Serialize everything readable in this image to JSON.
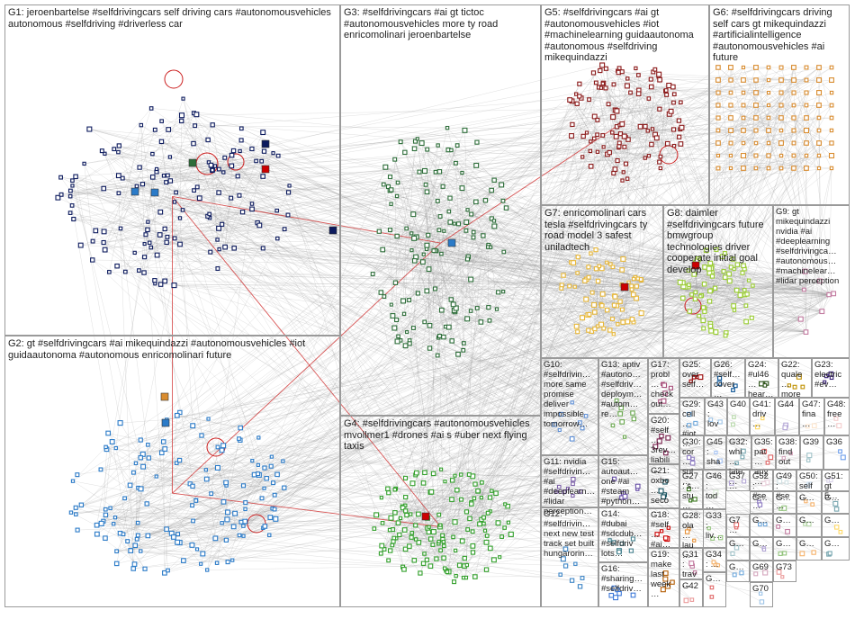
{
  "groups": [
    {
      "id": "G1",
      "label": "G1: jeroenbartelse #selfdrivingcars self driving cars #autonomousvehicles autonomous #selfdriving #driverless car",
      "color": "#0d1b5e",
      "size": 170
    },
    {
      "id": "G2",
      "label": "G2: gt #selfdrivingcars #ai mikequindazzi #autonomousvehicles #iot guidaautonoma #autonomous enricomolinari future",
      "color": "#2b7bc8",
      "size": 230
    },
    {
      "id": "G3",
      "label": "G3: #selfdrivingcars #ai gt tictoc #autonomousvehicles more ty road enricomolinari jeroenbartelse",
      "color": "#2e6e3a",
      "size": 150
    },
    {
      "id": "G4",
      "label": "G4: #selfdrivingcars #autonomousvehicles mvollmer1 #drones #ai s #uber next flying taxis",
      "color": "#33a02c",
      "size": 140
    },
    {
      "id": "G5",
      "label": "G5: #selfdrivingcars #ai gt #autonomousvehicles #iot #machinelearning guidaautonoma #autonomous #selfdriving mikequindazzi",
      "color": "#8b1a1a",
      "size": 110
    },
    {
      "id": "G6",
      "label": "G6: #selfdrivingcars driving self cars gt mikequindazzi #artificialintelligence #autonomousvehicles #ai future",
      "color": "#d98c2f",
      "size": 90
    },
    {
      "id": "G7",
      "label": "G7: enricomolinari cars tesla #selfdrivingcars ty road model 3 safest uniladtech",
      "color": "#e8b83a",
      "size": 70
    },
    {
      "id": "G8",
      "label": "G8: daimler #selfdrivingcars future bmwgroup technologies driver cooperate initial goal develop",
      "color": "#9acd32",
      "size": 70
    },
    {
      "id": "G9",
      "label": "G9: gt mikequindazzi nvidia #ai #deeplearning #selfdrivingca… #autonomous… #machinelear… #lidar perception",
      "color": "#c27ba0",
      "size": 30
    },
    {
      "id": "G10",
      "label": "G10: #selfdrivin… more same promise deliver impossible tomorrow…",
      "color": "#5e8fd6",
      "size": 12
    },
    {
      "id": "G11",
      "label": "G11: nvidia #selfdrivin… #ai #deeplearn… #lidar perception…",
      "color": "#7b5ea7",
      "size": 10
    },
    {
      "id": "G12",
      "label": "G12: #selfdrivin… next new test track set built hungarorin…",
      "color": "#3d85c6",
      "size": 10
    },
    {
      "id": "G13",
      "label": "G13: aptiv #autono… #selfdriv… deploym… #autom… re…",
      "color": "#6aa84f",
      "size": 8
    },
    {
      "id": "G14",
      "label": "G14: #dubai #sdcdub… #selfdriv lots…",
      "color": "#45818e",
      "size": 7
    },
    {
      "id": "G15",
      "label": "G15: autoaut… one #ai #steam #python…",
      "color": "#674ea7",
      "size": 7
    },
    {
      "id": "G16",
      "label": "G16: #sharing… #selfdriv…",
      "color": "#3c78d8",
      "size": 6
    },
    {
      "id": "G17",
      "label": "G17: probl… check out…",
      "color": "#a64d79",
      "size": 6
    },
    {
      "id": "G18",
      "label": "G18: #self… #ai…",
      "color": "#cc0000",
      "size": 5
    },
    {
      "id": "G19",
      "label": "G19: make last week…",
      "color": "#b45f06",
      "size": 5
    },
    {
      "id": "G20",
      "label": "G20: #self… 3rev… liabili…",
      "color": "#741b47",
      "size": 5
    },
    {
      "id": "G21",
      "label": "G21: oxbo… seco…",
      "color": "#134f5c",
      "size": 4
    },
    {
      "id": "G22",
      "label": "G22: quale… more…",
      "color": "#bf9000",
      "size": 4
    },
    {
      "id": "G23",
      "label": "G23: electric #ev…",
      "color": "#351c75",
      "size": 4
    },
    {
      "id": "G24",
      "label": "G24: #ul46… hear…",
      "color": "#274e13",
      "size": 4
    },
    {
      "id": "G25",
      "label": "G25: over self…",
      "color": "#990000",
      "size": 4
    },
    {
      "id": "G26",
      "label": "G26: #self… cover…",
      "color": "#0b5394",
      "size": 4
    },
    {
      "id": "G27",
      "label": "G27: s… stu…",
      "color": "#38761d",
      "size": 3
    },
    {
      "id": "G28",
      "label": "G28: ola… lau…",
      "color": "#e69138",
      "size": 3
    },
    {
      "id": "G29",
      "label": "G29: cell… #iot…",
      "color": "#6fa8dc",
      "size": 3
    },
    {
      "id": "G30",
      "label": "G30: cor… sul…",
      "color": "#8e7cc3",
      "size": 3
    },
    {
      "id": "G31",
      "label": "G31: trav…",
      "color": "#c27ba0",
      "size": 3
    },
    {
      "id": "G32",
      "label": "G32: whi… late…",
      "color": "#76a5af",
      "size": 3
    },
    {
      "id": "G33",
      "label": "G33: liv…",
      "color": "#93c47d",
      "size": 3
    },
    {
      "id": "G34",
      "label": "G34: …",
      "color": "#f6b26b",
      "size": 3
    },
    {
      "id": "G35",
      "label": "G35: pat… any…",
      "color": "#e06666",
      "size": 3
    },
    {
      "id": "G36",
      "label": "G36",
      "color": "#6d9eeb",
      "size": 2
    },
    {
      "id": "G37",
      "label": "G37…",
      "color": "#b4a7d6",
      "size": 2
    },
    {
      "id": "G38",
      "label": "G38: find out…",
      "color": "#d5a6bd",
      "size": 2
    },
    {
      "id": "G39",
      "label": "G39",
      "color": "#a2c4c9",
      "size": 2
    },
    {
      "id": "G40",
      "label": "G40",
      "color": "#b6d7a8",
      "size": 2
    },
    {
      "id": "G41",
      "label": "G41: driv…",
      "color": "#ffd966",
      "size": 2
    },
    {
      "id": "G42",
      "label": "G42",
      "color": "#ea9999",
      "size": 2
    },
    {
      "id": "G43",
      "label": "G43: lov…",
      "color": "#9fc5e8",
      "size": 2
    },
    {
      "id": "G44",
      "label": "G44",
      "color": "#b4a7d6",
      "size": 2
    },
    {
      "id": "G45",
      "label": "G45: sha…",
      "color": "#a4c2f4",
      "size": 2
    },
    {
      "id": "G46",
      "label": "G46: tod…",
      "color": "#d9ead3",
      "size": 2
    },
    {
      "id": "G47",
      "label": "G47: fina…",
      "color": "#fce5cd",
      "size": 2
    },
    {
      "id": "G48",
      "label": "G48: free…",
      "color": "#f4cccc",
      "size": 2
    },
    {
      "id": "G49",
      "label": "G49: #se…",
      "color": "#d0e0e3",
      "size": 2
    },
    {
      "id": "G50",
      "label": "G50: self…",
      "color": "#cfe2f3",
      "size": 2
    },
    {
      "id": "G51",
      "label": "G51: gt 5…",
      "color": "#d9d2e9",
      "size": 2
    },
    {
      "id": "G52",
      "label": "G52: #se…",
      "color": "#ead1dc",
      "size": 2
    },
    {
      "id": "G53",
      "label": "G…",
      "color": "#8e7cc3",
      "size": 2
    },
    {
      "id": "G54",
      "label": "G…",
      "color": "#93c47d",
      "size": 2
    },
    {
      "id": "G55",
      "label": "G…",
      "color": "#f6b26b",
      "size": 2
    },
    {
      "id": "G56",
      "label": "G…",
      "color": "#76a5af",
      "size": 2
    },
    {
      "id": "G57",
      "label": "G7…",
      "color": "#e06666",
      "size": 2
    },
    {
      "id": "G58",
      "label": "G…",
      "color": "#6fa8dc",
      "size": 2
    },
    {
      "id": "G59",
      "label": "G…",
      "color": "#c27ba0",
      "size": 2
    },
    {
      "id": "G60",
      "label": "G…",
      "color": "#b6d7a8",
      "size": 2
    },
    {
      "id": "G61",
      "label": "G…",
      "color": "#ffd966",
      "size": 2
    },
    {
      "id": "G62",
      "label": "G…",
      "color": "#a2c4c9",
      "size": 2
    },
    {
      "id": "G69",
      "label": "G69",
      "color": "#d5a6bd",
      "size": 2
    },
    {
      "id": "G70",
      "label": "G70",
      "color": "#9fc5e8",
      "size": 2
    },
    {
      "id": "G73",
      "label": "G73",
      "color": "#ea9999",
      "size": 2
    },
    {
      "id": "G63",
      "label": "G…",
      "color": "#b4a7d6",
      "size": 2
    },
    {
      "id": "G64",
      "label": "G…",
      "color": "#93c47d",
      "size": 2
    },
    {
      "id": "G65",
      "label": "G…",
      "color": "#f6b26b",
      "size": 2
    },
    {
      "id": "G66",
      "label": "G…",
      "color": "#76a5af",
      "size": 2
    },
    {
      "id": "G67",
      "label": "G…",
      "color": "#e06666",
      "size": 2
    },
    {
      "id": "G68",
      "label": "G…",
      "color": "#6fa8dc",
      "size": 2
    }
  ],
  "edge_style": {
    "color": "#9a9a9a",
    "highlight_color": "#cc1f1f"
  }
}
